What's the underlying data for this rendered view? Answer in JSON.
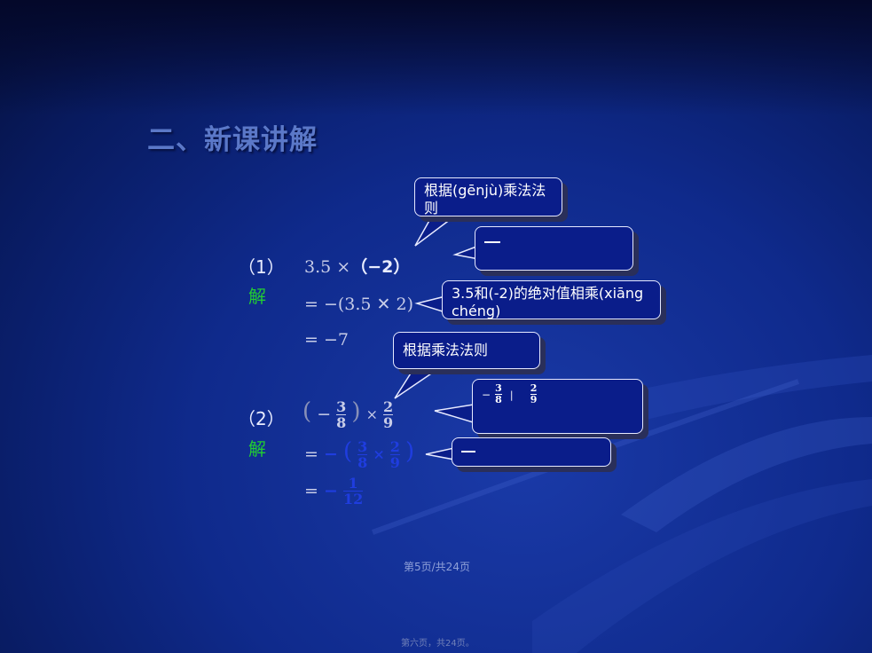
{
  "title": "二、新课讲解",
  "problem1": {
    "number": "（1）",
    "expression_a": "3.5 ×",
    "expression_b": "（−2）",
    "solution_label": "解",
    "step1": "= −(3.5 ✕ 2)",
    "step2": "= −7"
  },
  "problem2": {
    "number": "（2）",
    "solution_label": "解",
    "frac_a": {
      "num": "3",
      "den": "8"
    },
    "frac_b": {
      "num": "2",
      "den": "9"
    },
    "result": {
      "num": "1",
      "den": "12"
    }
  },
  "callouts": {
    "c1": "根据(gēnjù)乘法法则",
    "c2": "3.5和(-2)的绝对值相乘(xiāng chéng)",
    "c3": "根据乘法法则"
  },
  "footer": {
    "page": "第5页/共24页",
    "bottom": "第六页，共24页。"
  },
  "colors": {
    "background": "#0f2a8c",
    "title": "#5b78c8",
    "solution": "#22cc33",
    "callout_bg": "#0a1d8a"
  }
}
